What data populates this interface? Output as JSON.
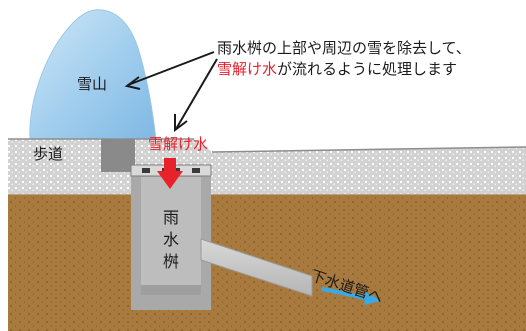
{
  "caption": {
    "line1": "雨水桝の上部や周辺の雪を除去して、",
    "line2_highlight": "雪解け水",
    "line2_rest": "が流れるように処理します"
  },
  "labels": {
    "snow_mountain": "雪山",
    "sidewalk": "歩道",
    "meltwater": "雪解け水",
    "rain_inlet_chars": [
      "雨",
      "水",
      "桝"
    ],
    "to_sewer": "下水道管へ"
  },
  "colors": {
    "soil": "#a97a3e",
    "sidewalk": "#d2d2d2",
    "snow": "#a9d3ee",
    "inlet": "#b8b8b8",
    "highlight": "#e8222b",
    "flow_arrow": "#3aa9e4"
  }
}
